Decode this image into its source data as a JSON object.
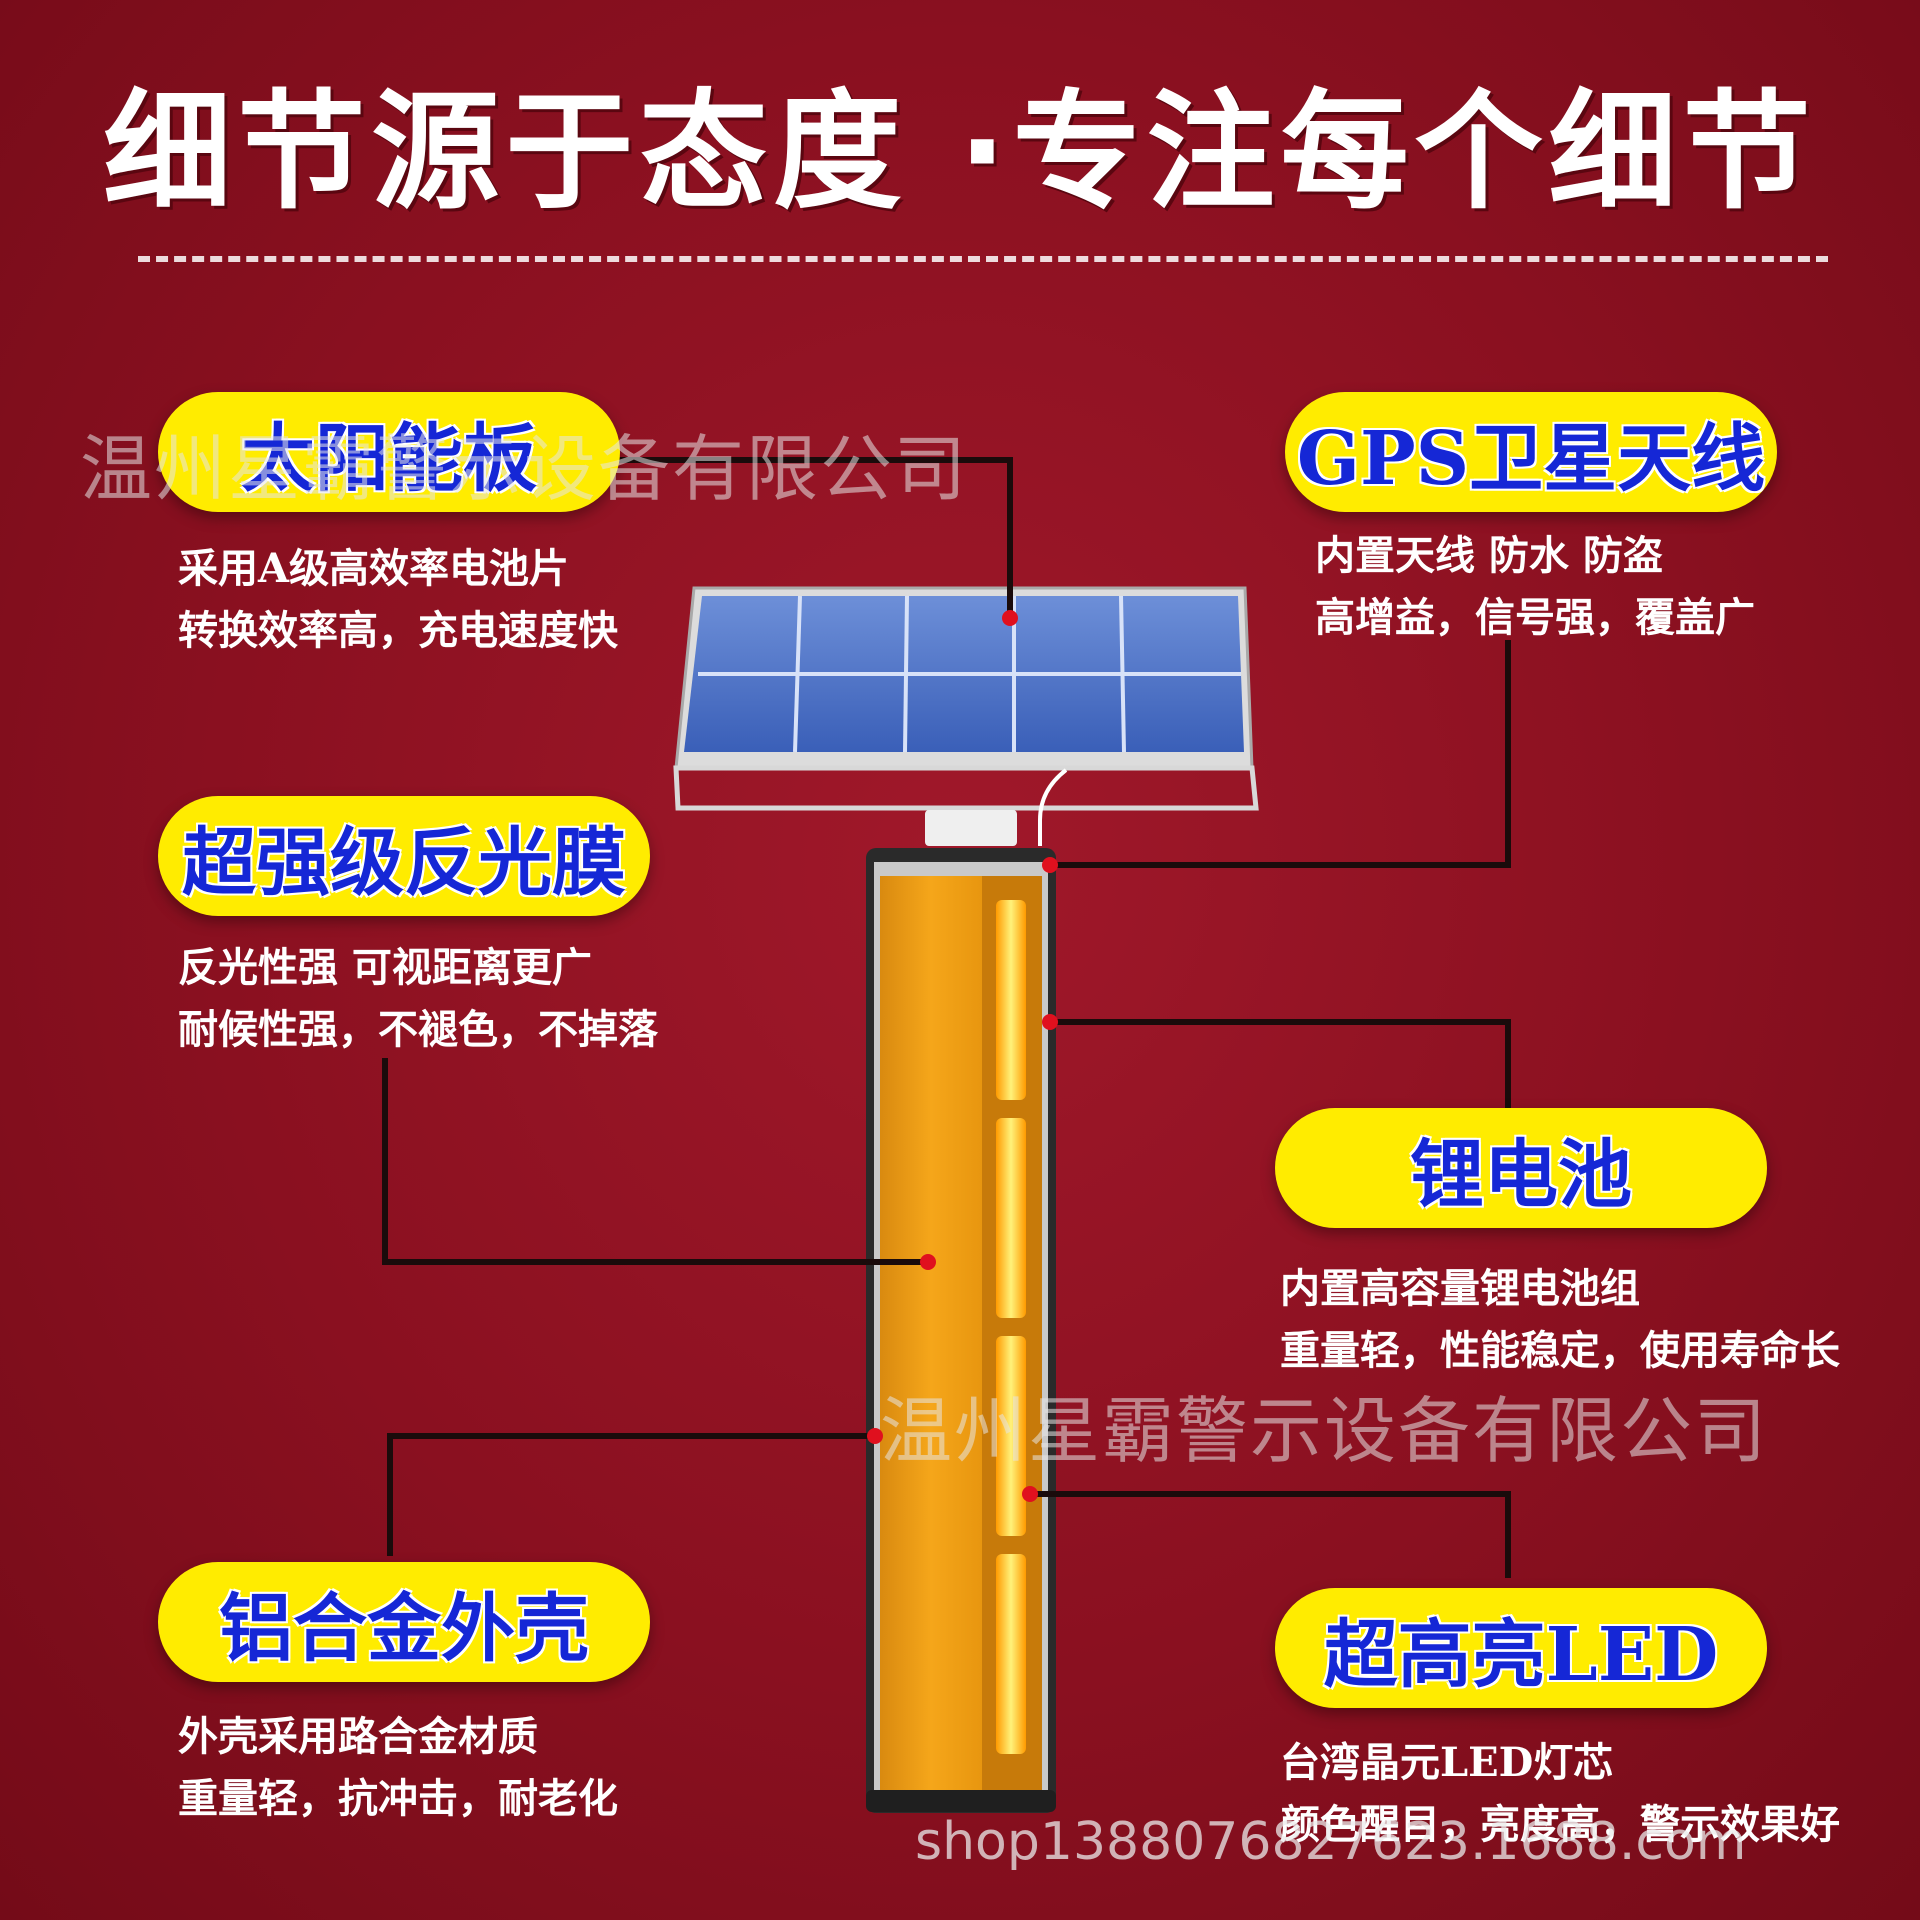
{
  "title": "细节源于态度 ·专注每个细节",
  "features": {
    "solar_panel": {
      "title": "太阳能板",
      "lines": [
        "采用A级高效率电池片",
        "转换效率高，充电速度快"
      ]
    },
    "gps": {
      "title": "GPS卫星天线",
      "lines": [
        "内置天线 防水 防盗",
        "高增益，信号强，覆盖广"
      ]
    },
    "film": {
      "title": "超强级反光膜",
      "lines": [
        "反光性强 可视距离更广",
        "耐候性强，不褪色，不掉落"
      ]
    },
    "battery": {
      "title": "锂电池",
      "lines": [
        "内置高容量锂电池组",
        "重量轻，性能稳定，使用寿命长"
      ]
    },
    "shell": {
      "title": "铝合金外壳",
      "lines": [
        "外壳采用路合金材质",
        "重量轻，抗冲击，耐老化"
      ]
    },
    "led": {
      "title": "超高亮LED",
      "lines": [
        "台湾晶元LED灯芯",
        "颜色醒目，亮度高，警示效果好"
      ]
    }
  },
  "watermarks": {
    "company": "温州星霸警示设备有限公司",
    "shop": "shop1388076827623.1688.com"
  },
  "colors": {
    "background": "#8e1220",
    "pill": "#ffec00",
    "pill_text": "#1527d6",
    "marker": "#e0101e"
  }
}
